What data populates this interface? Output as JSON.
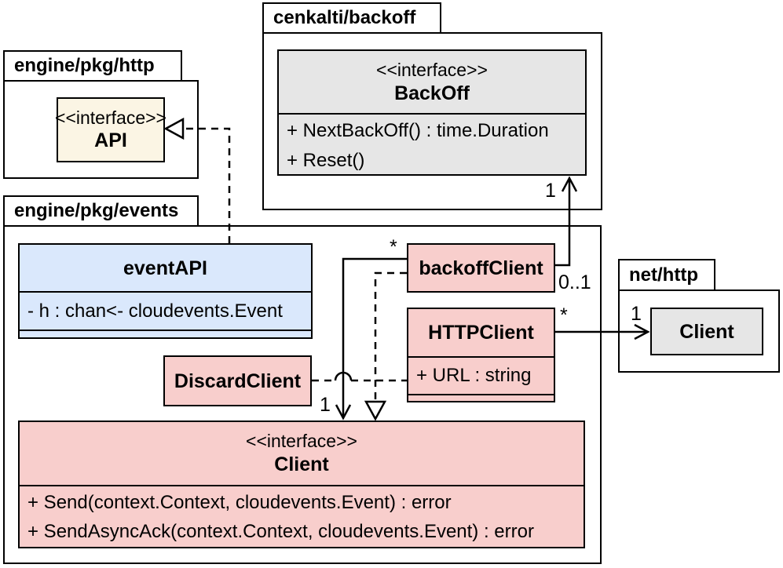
{
  "packages": {
    "engine_pkg_http": {
      "label": "engine/pkg/http"
    },
    "cenkalti_backoff": {
      "label": "cenkalti/backoff"
    },
    "engine_pkg_events": {
      "label": "engine/pkg/events"
    },
    "net_http": {
      "label": "net/http"
    }
  },
  "classes": {
    "api": {
      "stereotype": "<<interface>>",
      "name": "API"
    },
    "backoff": {
      "stereotype": "<<interface>>",
      "name": "BackOff",
      "methods": [
        "+ NextBackOff() : time.Duration",
        "+ Reset()"
      ]
    },
    "event_api": {
      "name": "eventAPI",
      "attributes": [
        "- h : chan<- cloudevents.Event"
      ]
    },
    "backoff_client": {
      "name": "backoffClient"
    },
    "http_client": {
      "name": "HTTPClient",
      "attributes": [
        "+ URL : string"
      ]
    },
    "discard_client": {
      "name": "DiscardClient"
    },
    "client": {
      "stereotype": "<<interface>>",
      "name": "Client",
      "methods": [
        "+ Send(context.Context, cloudevents.Event) : error",
        "+ SendAsyncAck(context.Context, cloudevents.Event) : error"
      ]
    },
    "net_client": {
      "name": "Client"
    }
  },
  "multiplicities": {
    "backoff_target_one": "1",
    "backoff_source_zero_one": "0..1",
    "client_assoc_star": "*",
    "client_assoc_one": "1",
    "net_client_star": "*",
    "net_client_one": "1"
  },
  "relationships": [
    {
      "from": "eventAPI",
      "to": "API",
      "type": "realization"
    },
    {
      "from": "backoffClient",
      "to": "BackOff",
      "type": "association",
      "from_label": "0..1",
      "to_label": "1"
    },
    {
      "from": "backoffClient",
      "to": "Client",
      "type": "association",
      "from_label": "*",
      "to_label": "1"
    },
    {
      "from": "backoffClient",
      "to": "Client",
      "type": "realization"
    },
    {
      "from": "DiscardClient",
      "to": "Client",
      "type": "realization"
    },
    {
      "from": "HTTPClient",
      "to": "Client (net/http)",
      "type": "association",
      "from_label": "*",
      "to_label": "1"
    }
  ],
  "colors": {
    "pink_fill": "#F8CECC",
    "blue_fill": "#DAE8FC",
    "gray_fill": "#E6E6E6",
    "cream_fill": "#FBF5E4",
    "stroke": "#000000",
    "background": "#FFFFFF"
  }
}
